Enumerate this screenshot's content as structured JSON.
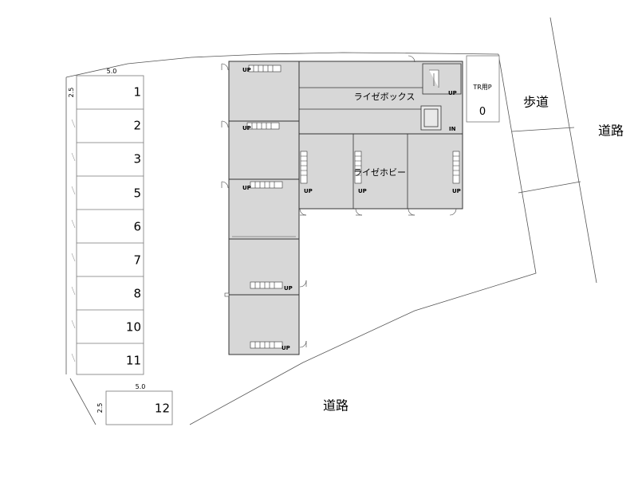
{
  "parking": {
    "dim_width": "5.0",
    "dim_depth": "2.5",
    "stalls": [
      "1",
      "2",
      "3",
      "5",
      "6",
      "7",
      "8",
      "10",
      "11"
    ],
    "extra_stall": "12",
    "extra_dim_width": "5.0",
    "extra_dim_depth": "2.5",
    "tr_label": "TR用P",
    "tr_number": "0"
  },
  "building": {
    "box_label": "ライゼボックス",
    "hobby_label": "ライゼホビー",
    "stair_up": "UP",
    "elevator_up": "UP",
    "elevator_in": "IN"
  },
  "roads": {
    "sidewalk": "歩道",
    "road_east": "道路",
    "road_south": "道路"
  }
}
